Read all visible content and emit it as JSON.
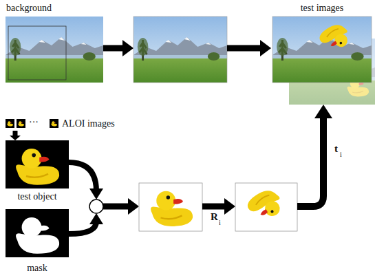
{
  "diagram": {
    "nodes": [
      {
        "text": [
          "background"
        ]
      },
      {
        "text": [
          "test images"
        ]
      },
      {
        "text": [
          "ALOI images"
        ]
      },
      {
        "text": [
          "test object"
        ]
      },
      {
        "text": [
          "mask"
        ]
      }
    ],
    "edges": [
      {
        "from": 2,
        "to": 3,
        "arrow": "to"
      }
    ],
    "labels": [
      "···",
      "R",
      "i",
      "t",
      "i"
    ]
  }
}
